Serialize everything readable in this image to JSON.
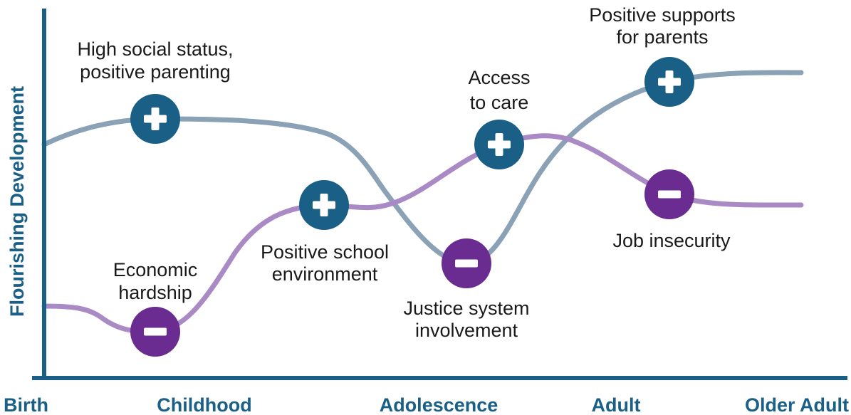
{
  "colors": {
    "axis": "#1a5f86",
    "positive": "#1a5f86",
    "negative": "#6a2c91",
    "curve_high": "#8aa1b6",
    "curve_low": "#a98ac4",
    "text": "#1a1a1a",
    "symbol": "#ffffff"
  },
  "y_axis_label": "Flourishing Development",
  "life_stages": [
    "Birth",
    "Childhood",
    "Adolescence",
    "Adult",
    "Older Adult"
  ],
  "icons": {
    "positive": "plus-icon",
    "negative": "minus-icon"
  },
  "curves": [
    {
      "id": "high-start",
      "color": "#8aa1b6"
    },
    {
      "id": "low-start",
      "color": "#a98ac4"
    }
  ],
  "events": [
    {
      "id": "social-status",
      "type": "positive",
      "curve": "high-start",
      "label_lines": [
        "High social status,",
        "positive parenting"
      ]
    },
    {
      "id": "economic-hardship",
      "type": "negative",
      "curve": "low-start",
      "label_lines": [
        "Economic",
        "hardship"
      ]
    },
    {
      "id": "school-environment",
      "type": "positive",
      "curve": "low-start",
      "label_lines": [
        "Positive school",
        "environment"
      ]
    },
    {
      "id": "justice-system",
      "type": "negative",
      "curve": "high-start",
      "label_lines": [
        "Justice system",
        "involvement"
      ]
    },
    {
      "id": "access-to-care",
      "type": "positive",
      "curve": "low-start",
      "label_lines": [
        "Access",
        "to care"
      ]
    },
    {
      "id": "supports-for-parents",
      "type": "positive",
      "curve": "high-start",
      "label_lines": [
        "Positive supports",
        "for parents"
      ]
    },
    {
      "id": "job-insecurity",
      "type": "negative",
      "curve": "low-start",
      "label_lines": [
        "Job insecurity"
      ]
    }
  ]
}
